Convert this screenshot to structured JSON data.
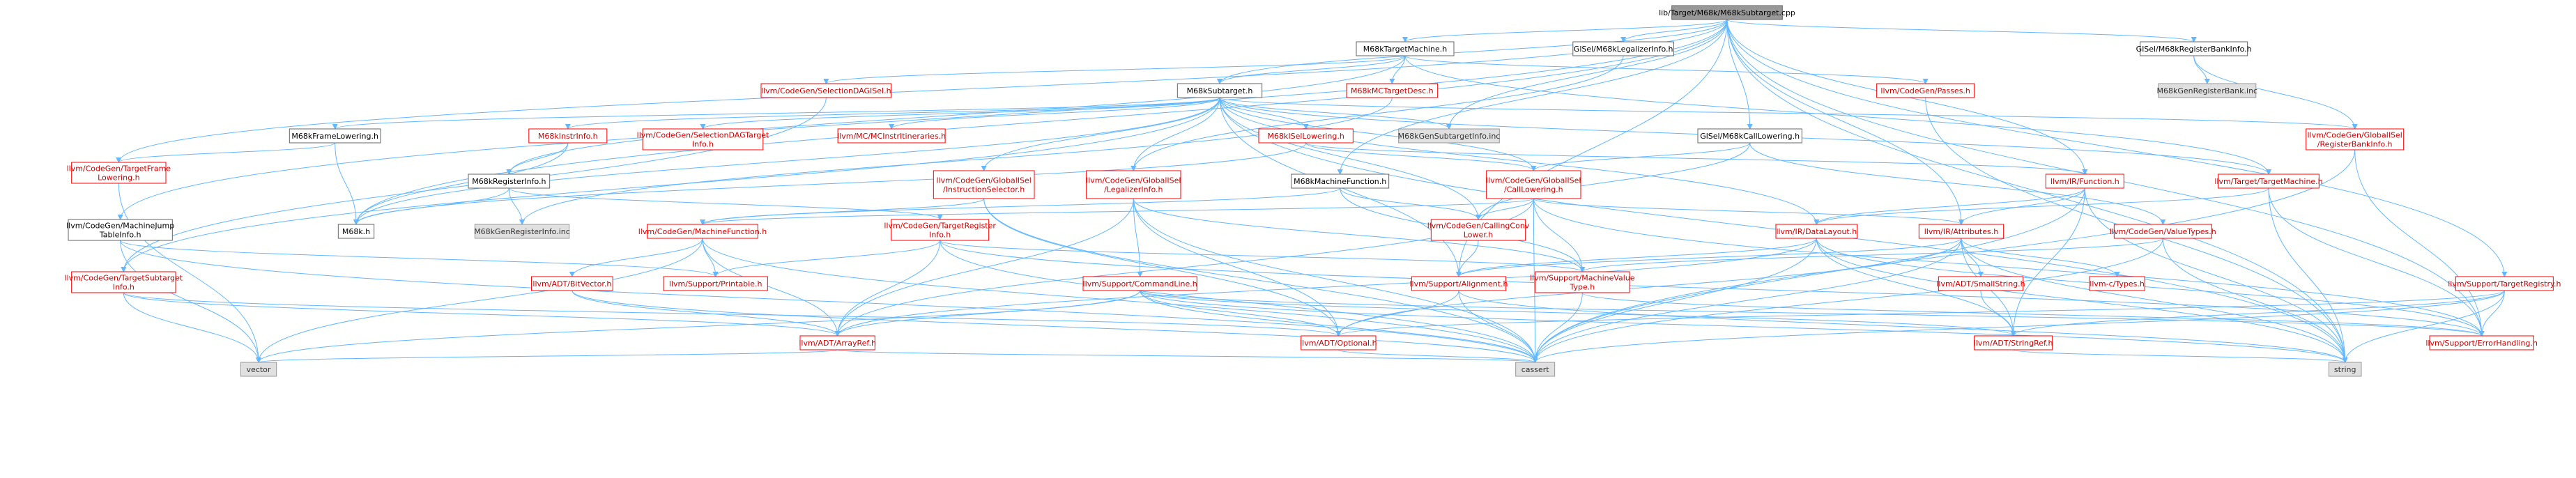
{
  "colors": {
    "root_fill": "#999999",
    "header_fill": "#ffffff",
    "header_stroke": "#666666",
    "missing_fill": "#ffffff",
    "missing_stroke": "#ff0000",
    "missing_text": "#cc0000",
    "system_fill": "#e0e0e0",
    "system_stroke": "#999999",
    "edge": "#63b8ff"
  },
  "nodes": [
    {
      "id": "root",
      "kind": "root",
      "lines": [
        "lib/Target/M68k/M68kSubtarget.cpp"
      ]
    },
    {
      "id": "m68ktm",
      "kind": "header",
      "lines": [
        "M68kTargetMachine.h"
      ]
    },
    {
      "id": "gisel_legal",
      "kind": "header",
      "lines": [
        "GlSel/M68kLegalizerInfo.h"
      ]
    },
    {
      "id": "gisel_rbi",
      "kind": "header",
      "lines": [
        "GlSel/M68kRegisterBankInfo.h"
      ]
    },
    {
      "id": "m68kgenregbank",
      "kind": "system",
      "lines": [
        "M68kGenRegisterBank.inc"
      ]
    },
    {
      "id": "seldag",
      "kind": "missing",
      "lines": [
        "llvm/CodeGen/SelectionDAGISel.h"
      ]
    },
    {
      "id": "m68kmctd",
      "kind": "missing",
      "lines": [
        "M68kMCTargetDesc.h"
      ]
    },
    {
      "id": "passes",
      "kind": "missing",
      "lines": [
        "llvm/CodeGen/Passes.h"
      ]
    },
    {
      "id": "m68ksub",
      "kind": "header",
      "lines": [
        "M68kSubtarget.h"
      ]
    },
    {
      "id": "m68kframe",
      "kind": "header",
      "lines": [
        "M68kFrameLowering.h"
      ]
    },
    {
      "id": "m68kinstrinfo",
      "kind": "missing",
      "lines": [
        "M68kInstrInfo.h"
      ]
    },
    {
      "id": "seldagti",
      "kind": "missing",
      "lines": [
        "llvm/CodeGen/SelectionDAGTarget",
        "Info.h"
      ]
    },
    {
      "id": "mcinstritin",
      "kind": "missing",
      "lines": [
        "llvm/MC/MCInstrItineraries.h"
      ]
    },
    {
      "id": "m68kisel",
      "kind": "missing",
      "lines": [
        "M68kISelLowering.h"
      ]
    },
    {
      "id": "m68kgensub",
      "kind": "system",
      "lines": [
        "M68kGenSubtargetInfo.inc"
      ]
    },
    {
      "id": "gisel_calllow",
      "kind": "header",
      "lines": [
        "GlSel/M68kCallLowering.h"
      ]
    },
    {
      "id": "giselrbi_llvm",
      "kind": "missing",
      "lines": [
        "llvm/CodeGen/GlobalISel",
        "/RegisterBankInfo.h"
      ]
    },
    {
      "id": "tfl",
      "kind": "missing",
      "lines": [
        "llvm/CodeGen/TargetFrame",
        "Lowering.h"
      ]
    },
    {
      "id": "m68kreginfo",
      "kind": "header",
      "lines": [
        "M68kRegisterInfo.h"
      ]
    },
    {
      "id": "giselis",
      "kind": "missing",
      "lines": [
        "llvm/CodeGen/GlobalISel",
        "/InstructionSelector.h"
      ]
    },
    {
      "id": "gisellegal",
      "kind": "missing",
      "lines": [
        "llvm/CodeGen/GlobalISel",
        "/LegalizerInfo.h"
      ]
    },
    {
      "id": "m68kmf",
      "kind": "header",
      "lines": [
        "M68kMachineFunction.h"
      ]
    },
    {
      "id": "giselcl",
      "kind": "missing",
      "lines": [
        "llvm/CodeGen/GlobalISel",
        "/CallLowering.h"
      ]
    },
    {
      "id": "irfunc",
      "kind": "missing",
      "lines": [
        "llvm/IR/Function.h"
      ]
    },
    {
      "id": "targetmachine",
      "kind": "missing",
      "lines": [
        "llvm/Target/TargetMachine.h"
      ]
    },
    {
      "id": "mjti",
      "kind": "header",
      "lines": [
        "llvm/CodeGen/MachineJump",
        "TableInfo.h"
      ]
    },
    {
      "id": "m68kh",
      "kind": "header",
      "lines": [
        "M68k.h"
      ]
    },
    {
      "id": "m68kgenreginfo",
      "kind": "system",
      "lines": [
        "M68kGenRegisterInfo.inc"
      ]
    },
    {
      "id": "mfunc",
      "kind": "missing",
      "lines": [
        "llvm/CodeGen/MachineFunction.h"
      ]
    },
    {
      "id": "tri",
      "kind": "missing",
      "lines": [
        "llvm/CodeGen/TargetRegister",
        "Info.h"
      ]
    },
    {
      "id": "ccl",
      "kind": "missing",
      "lines": [
        "llvm/CodeGen/CallingConv",
        "Lower.h"
      ]
    },
    {
      "id": "datalayout",
      "kind": "missing",
      "lines": [
        "llvm/IR/DataLayout.h"
      ]
    },
    {
      "id": "attributes",
      "kind": "missing",
      "lines": [
        "llvm/IR/Attributes.h"
      ]
    },
    {
      "id": "valuetypes",
      "kind": "missing",
      "lines": [
        "llvm/CodeGen/ValueTypes.h"
      ]
    },
    {
      "id": "tsi",
      "kind": "missing",
      "lines": [
        "llvm/CodeGen/TargetSubtarget",
        "Info.h"
      ]
    },
    {
      "id": "bitvector",
      "kind": "missing",
      "lines": [
        "llvm/ADT/BitVector.h"
      ]
    },
    {
      "id": "printable",
      "kind": "missing",
      "lines": [
        "llvm/Support/Printable.h"
      ]
    },
    {
      "id": "cmdline",
      "kind": "missing",
      "lines": [
        "llvm/Support/CommandLine.h"
      ]
    },
    {
      "id": "alignment",
      "kind": "missing",
      "lines": [
        "llvm/Support/Alignment.h"
      ]
    },
    {
      "id": "mvt",
      "kind": "missing",
      "lines": [
        "llvm/Support/MachineValue",
        "Type.h"
      ]
    },
    {
      "id": "smallstring",
      "kind": "missing",
      "lines": [
        "llvm/ADT/SmallString.h"
      ]
    },
    {
      "id": "ctypes",
      "kind": "missing",
      "lines": [
        "llvm-c/Types.h"
      ]
    },
    {
      "id": "targetregistry",
      "kind": "missing",
      "lines": [
        "llvm/Support/TargetRegistry.h"
      ]
    },
    {
      "id": "arrayref",
      "kind": "missing",
      "lines": [
        "llvm/ADT/ArrayRef.h"
      ]
    },
    {
      "id": "optional",
      "kind": "missing",
      "lines": [
        "llvm/ADT/Optional.h"
      ]
    },
    {
      "id": "stringref",
      "kind": "missing",
      "lines": [
        "llvm/ADT/StringRef.h"
      ]
    },
    {
      "id": "errorhandling",
      "kind": "missing",
      "lines": [
        "llvm/Support/ErrorHandling.h"
      ]
    },
    {
      "id": "vector",
      "kind": "system",
      "lines": [
        "vector"
      ]
    },
    {
      "id": "cassert",
      "kind": "system",
      "lines": [
        "cassert"
      ]
    },
    {
      "id": "string",
      "kind": "system",
      "lines": [
        "string"
      ]
    }
  ],
  "edges": [
    [
      "root",
      "m68ktm"
    ],
    [
      "root",
      "gisel_legal"
    ],
    [
      "root",
      "gisel_rbi"
    ],
    [
      "root",
      "m68ksub"
    ],
    [
      "root",
      "m68kgensub"
    ],
    [
      "root",
      "gisel_calllow"
    ],
    [
      "root",
      "irfunc"
    ],
    [
      "root",
      "attributes"
    ],
    [
      "root",
      "m68kmf"
    ],
    [
      "root",
      "targetregistry"
    ],
    [
      "root",
      "errorhandling"
    ],
    [
      "root",
      "string"
    ],
    [
      "root",
      "mjti"
    ],
    [
      "root",
      "tfl"
    ],
    [
      "root",
      "m68kh"
    ],
    [
      "root",
      "alignment"
    ],
    [
      "m68ktm",
      "seldag"
    ],
    [
      "m68ktm",
      "m68kmctd"
    ],
    [
      "m68ktm",
      "passes"
    ],
    [
      "m68ktm",
      "m68ksub"
    ],
    [
      "m68ktm",
      "m68kreginfo"
    ],
    [
      "m68ktm",
      "targetmachine"
    ],
    [
      "gisel_legal",
      "gisellegal"
    ],
    [
      "gisel_rbi",
      "m68kgenregbank"
    ],
    [
      "gisel_rbi",
      "giselrbi_llvm"
    ],
    [
      "seldag",
      "tsi"
    ],
    [
      "m68kmctd",
      "m68kgenreginfo"
    ],
    [
      "passes",
      "string"
    ],
    [
      "m68ksub",
      "m68kframe"
    ],
    [
      "m68ksub",
      "m68kinstrinfo"
    ],
    [
      "m68ksub",
      "seldagti"
    ],
    [
      "m68ksub",
      "mcinstritin"
    ],
    [
      "m68ksub",
      "m68kisel"
    ],
    [
      "m68ksub",
      "m68kgensub"
    ],
    [
      "m68ksub",
      "giselrbi_llvm"
    ],
    [
      "m68ksub",
      "giselis"
    ],
    [
      "m68ksub",
      "gisellegal"
    ],
    [
      "m68ksub",
      "giselcl"
    ],
    [
      "m68ksub",
      "datalayout"
    ],
    [
      "m68ksub",
      "targetmachine"
    ],
    [
      "m68ksub",
      "alignment"
    ],
    [
      "m68ksub",
      "tsi"
    ],
    [
      "m68ksub",
      "string"
    ],
    [
      "m68ksub",
      "m68kh"
    ],
    [
      "m68ksub",
      "ccl"
    ],
    [
      "m68kframe",
      "tfl"
    ],
    [
      "m68kframe",
      "m68kh"
    ],
    [
      "m68kinstrinfo",
      "m68kreginfo"
    ],
    [
      "m68kinstrinfo",
      "m68kh"
    ],
    [
      "m68kisel",
      "giselcl"
    ],
    [
      "m68kisel",
      "m68kh"
    ],
    [
      "m68kisel",
      "irfunc"
    ],
    [
      "gisel_calllow",
      "giselcl"
    ],
    [
      "gisel_calllow",
      "valuetypes"
    ],
    [
      "gisel_calllow",
      "ccl"
    ],
    [
      "giselrbi_llvm",
      "errorhandling"
    ],
    [
      "giselrbi_llvm",
      "cassert"
    ],
    [
      "tfl",
      "vector"
    ],
    [
      "m68kreginfo",
      "m68kh"
    ],
    [
      "m68kreginfo",
      "m68kgenreginfo"
    ],
    [
      "m68kreginfo",
      "tri"
    ],
    [
      "giselis",
      "mfunc"
    ],
    [
      "giselis",
      "optional"
    ],
    [
      "giselis",
      "cassert"
    ],
    [
      "gisellegal",
      "cmdline"
    ],
    [
      "gisellegal",
      "mvt"
    ],
    [
      "gisellegal",
      "optional"
    ],
    [
      "gisellegal",
      "cassert"
    ],
    [
      "gisellegal",
      "arrayref"
    ],
    [
      "m68kmf",
      "mfunc"
    ],
    [
      "m68kmf",
      "ccl"
    ],
    [
      "m68kmf",
      "mvt"
    ],
    [
      "giselcl",
      "mfunc"
    ],
    [
      "giselcl",
      "ccl"
    ],
    [
      "giselcl",
      "mvt"
    ],
    [
      "giselcl",
      "attributes"
    ],
    [
      "giselcl",
      "arrayref"
    ],
    [
      "giselcl",
      "errorhandling"
    ],
    [
      "giselcl",
      "cassert"
    ],
    [
      "irfunc",
      "attributes"
    ],
    [
      "irfunc",
      "datalayout"
    ],
    [
      "irfunc",
      "cassert"
    ],
    [
      "irfunc",
      "string"
    ],
    [
      "irfunc",
      "stringref"
    ],
    [
      "targetmachine",
      "datalayout"
    ],
    [
      "targetmachine",
      "errorhandling"
    ],
    [
      "targetmachine",
      "string"
    ],
    [
      "mjti",
      "vector"
    ],
    [
      "mjti",
      "cassert"
    ],
    [
      "mjti",
      "printable"
    ],
    [
      "mfunc",
      "arrayref"
    ],
    [
      "mfunc",
      "bitvector"
    ],
    [
      "mfunc",
      "cassert"
    ],
    [
      "mfunc",
      "printable"
    ],
    [
      "mfunc",
      "vector"
    ],
    [
      "tri",
      "arrayref"
    ],
    [
      "tri",
      "printable"
    ],
    [
      "tri",
      "mvt"
    ],
    [
      "tri",
      "cassert"
    ],
    [
      "tri",
      "errorhandling"
    ],
    [
      "ccl",
      "alignment"
    ],
    [
      "datalayout",
      "arrayref"
    ],
    [
      "datalayout",
      "alignment"
    ],
    [
      "datalayout",
      "stringref"
    ],
    [
      "datalayout",
      "errorhandling"
    ],
    [
      "datalayout",
      "string"
    ],
    [
      "datalayout",
      "cassert"
    ],
    [
      "attributes",
      "smallstring"
    ],
    [
      "attributes",
      "ctypes"
    ],
    [
      "attributes",
      "stringref"
    ],
    [
      "attributes",
      "optional"
    ],
    [
      "attributes",
      "cassert"
    ],
    [
      "attributes",
      "string"
    ],
    [
      "attributes",
      "alignment"
    ],
    [
      "valuetypes",
      "mvt"
    ],
    [
      "valuetypes",
      "cassert"
    ],
    [
      "valuetypes",
      "string"
    ],
    [
      "tsi",
      "arrayref"
    ],
    [
      "tsi",
      "vector"
    ],
    [
      "tsi",
      "optional"
    ],
    [
      "bitvector",
      "arrayref"
    ],
    [
      "bitvector",
      "cassert"
    ],
    [
      "cmdline",
      "arrayref"
    ],
    [
      "cmdline",
      "optional"
    ],
    [
      "cmdline",
      "stringref"
    ],
    [
      "cmdline",
      "errorhandling"
    ],
    [
      "cmdline",
      "cassert"
    ],
    [
      "cmdline",
      "string"
    ],
    [
      "cmdline",
      "vector"
    ],
    [
      "alignment",
      "optional"
    ],
    [
      "alignment",
      "cassert"
    ],
    [
      "alignment",
      "string"
    ],
    [
      "mvt",
      "cassert"
    ],
    [
      "mvt",
      "errorhandling"
    ],
    [
      "smallstring",
      "stringref"
    ],
    [
      "targetregistry",
      "optional"
    ],
    [
      "targetregistry",
      "stringref"
    ],
    [
      "targetregistry",
      "errorhandling"
    ],
    [
      "targetregistry",
      "cassert"
    ],
    [
      "targetregistry",
      "string"
    ],
    [
      "arrayref",
      "vector"
    ],
    [
      "arrayref",
      "cassert"
    ],
    [
      "optional",
      "cassert"
    ],
    [
      "stringref",
      "string"
    ]
  ]
}
